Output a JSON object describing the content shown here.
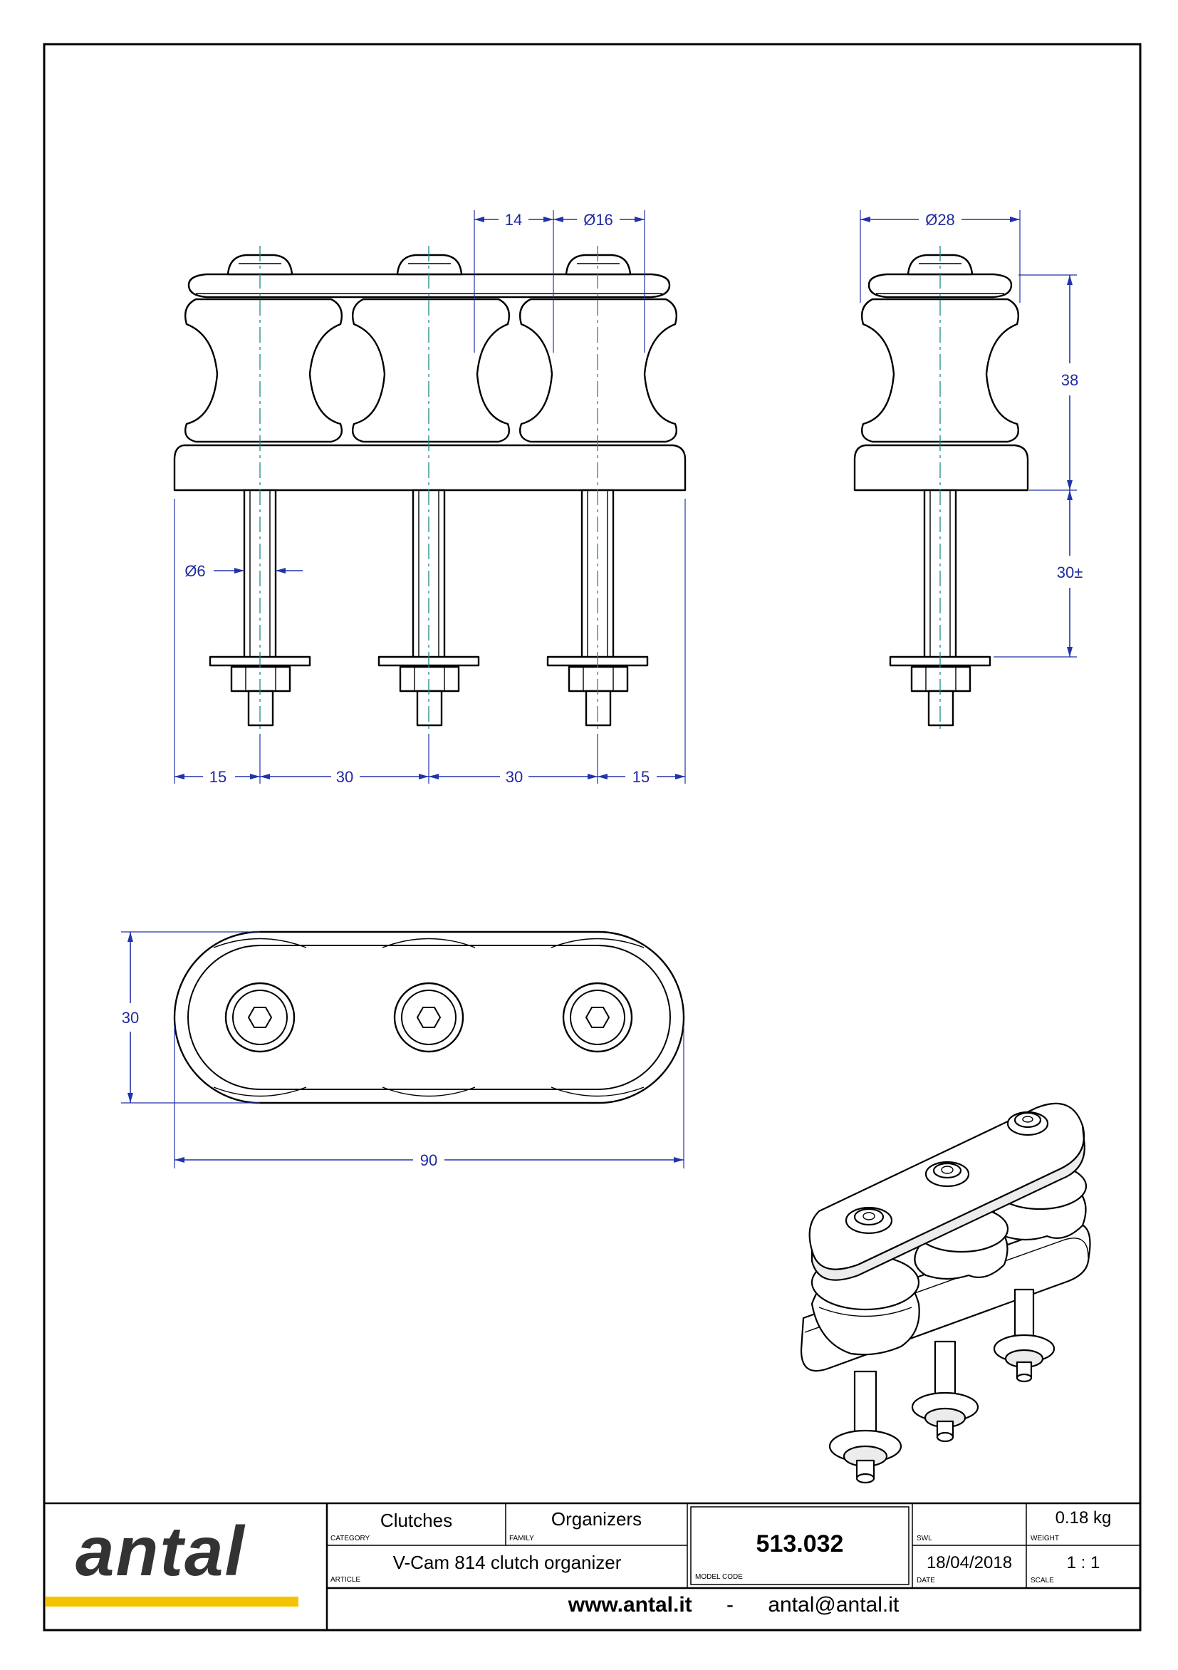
{
  "dimensions": {
    "pitch_top": "14",
    "roller_diameter": "Ø16",
    "side_diameter": "Ø28",
    "height_roller": "38",
    "height_bolt": "30±",
    "bolt_diameter": "Ø6",
    "edge_left": "15",
    "pitch_1": "30",
    "pitch_2": "30",
    "edge_right": "15",
    "plan_width": "30",
    "plan_length": "90"
  },
  "title_block": {
    "logo_text": "antal",
    "category_label": "CATEGORY",
    "category_value": "Clutches",
    "family_label": "FAMILY",
    "family_value": "Organizers",
    "article_label": "ARTICLE",
    "article_value": "V-Cam 814 clutch organizer",
    "model_code_label": "MODEL CODE",
    "model_code_value": "513.032",
    "swl_label": "SWL",
    "swl_value": "",
    "weight_label": "WEIGHT",
    "weight_value": "0.18 kg",
    "date_label": "DATE",
    "date_value": "18/04/2018",
    "scale_label": "SCALE",
    "scale_value": "1 : 1",
    "website": "www.antal.it",
    "separator": "-",
    "email": "antal@antal.it"
  },
  "colors": {
    "dimension": "#2233aa",
    "centerline": "#1a8a8a",
    "logo_bar": "#f5c400",
    "logo_text": "#333333"
  }
}
